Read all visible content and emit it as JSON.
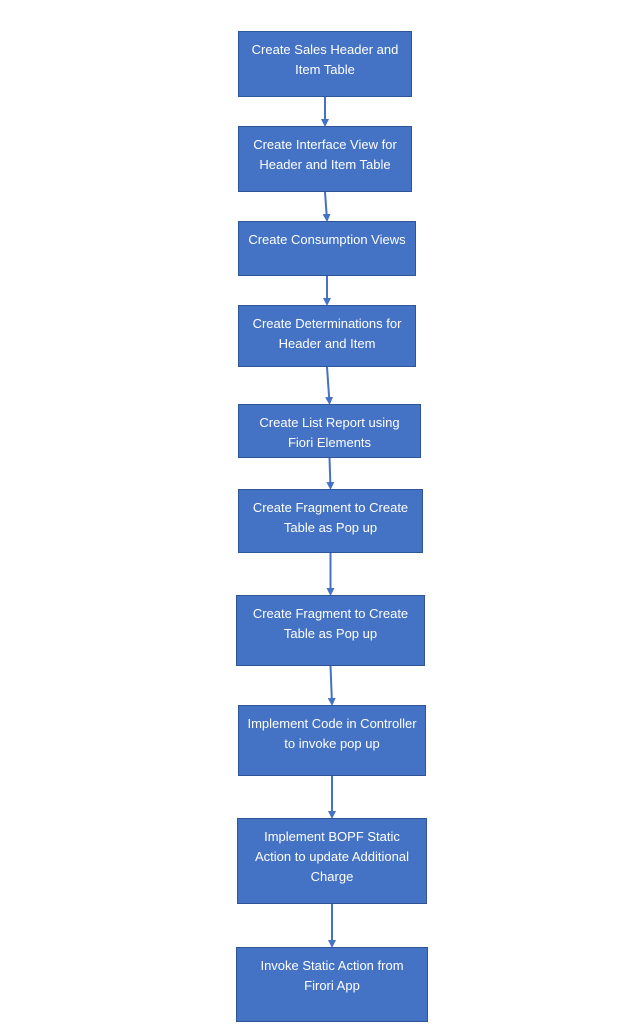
{
  "colors": {
    "box_fill": "#4472c4",
    "box_border": "#2f5597",
    "connector": "#4472c4",
    "text": "#ffffff"
  },
  "steps": [
    {
      "label": "Create Sales Header and Item Table"
    },
    {
      "label": "Create Interface View for Header and Item Table"
    },
    {
      "label": "Create Consumption Views"
    },
    {
      "label": "Create Determinations for Header and Item"
    },
    {
      "label": "Create List Report using Fiori Elements"
    },
    {
      "label": "Create Fragment to Create Table as Pop up"
    },
    {
      "label": "Create Fragment to Create Table as Pop up"
    },
    {
      "label": "Implement Code in Controller to invoke pop up"
    },
    {
      "label": "Implement BOPF Static Action to update Additional Charge"
    },
    {
      "label": "Invoke Static Action from Firori App"
    }
  ]
}
